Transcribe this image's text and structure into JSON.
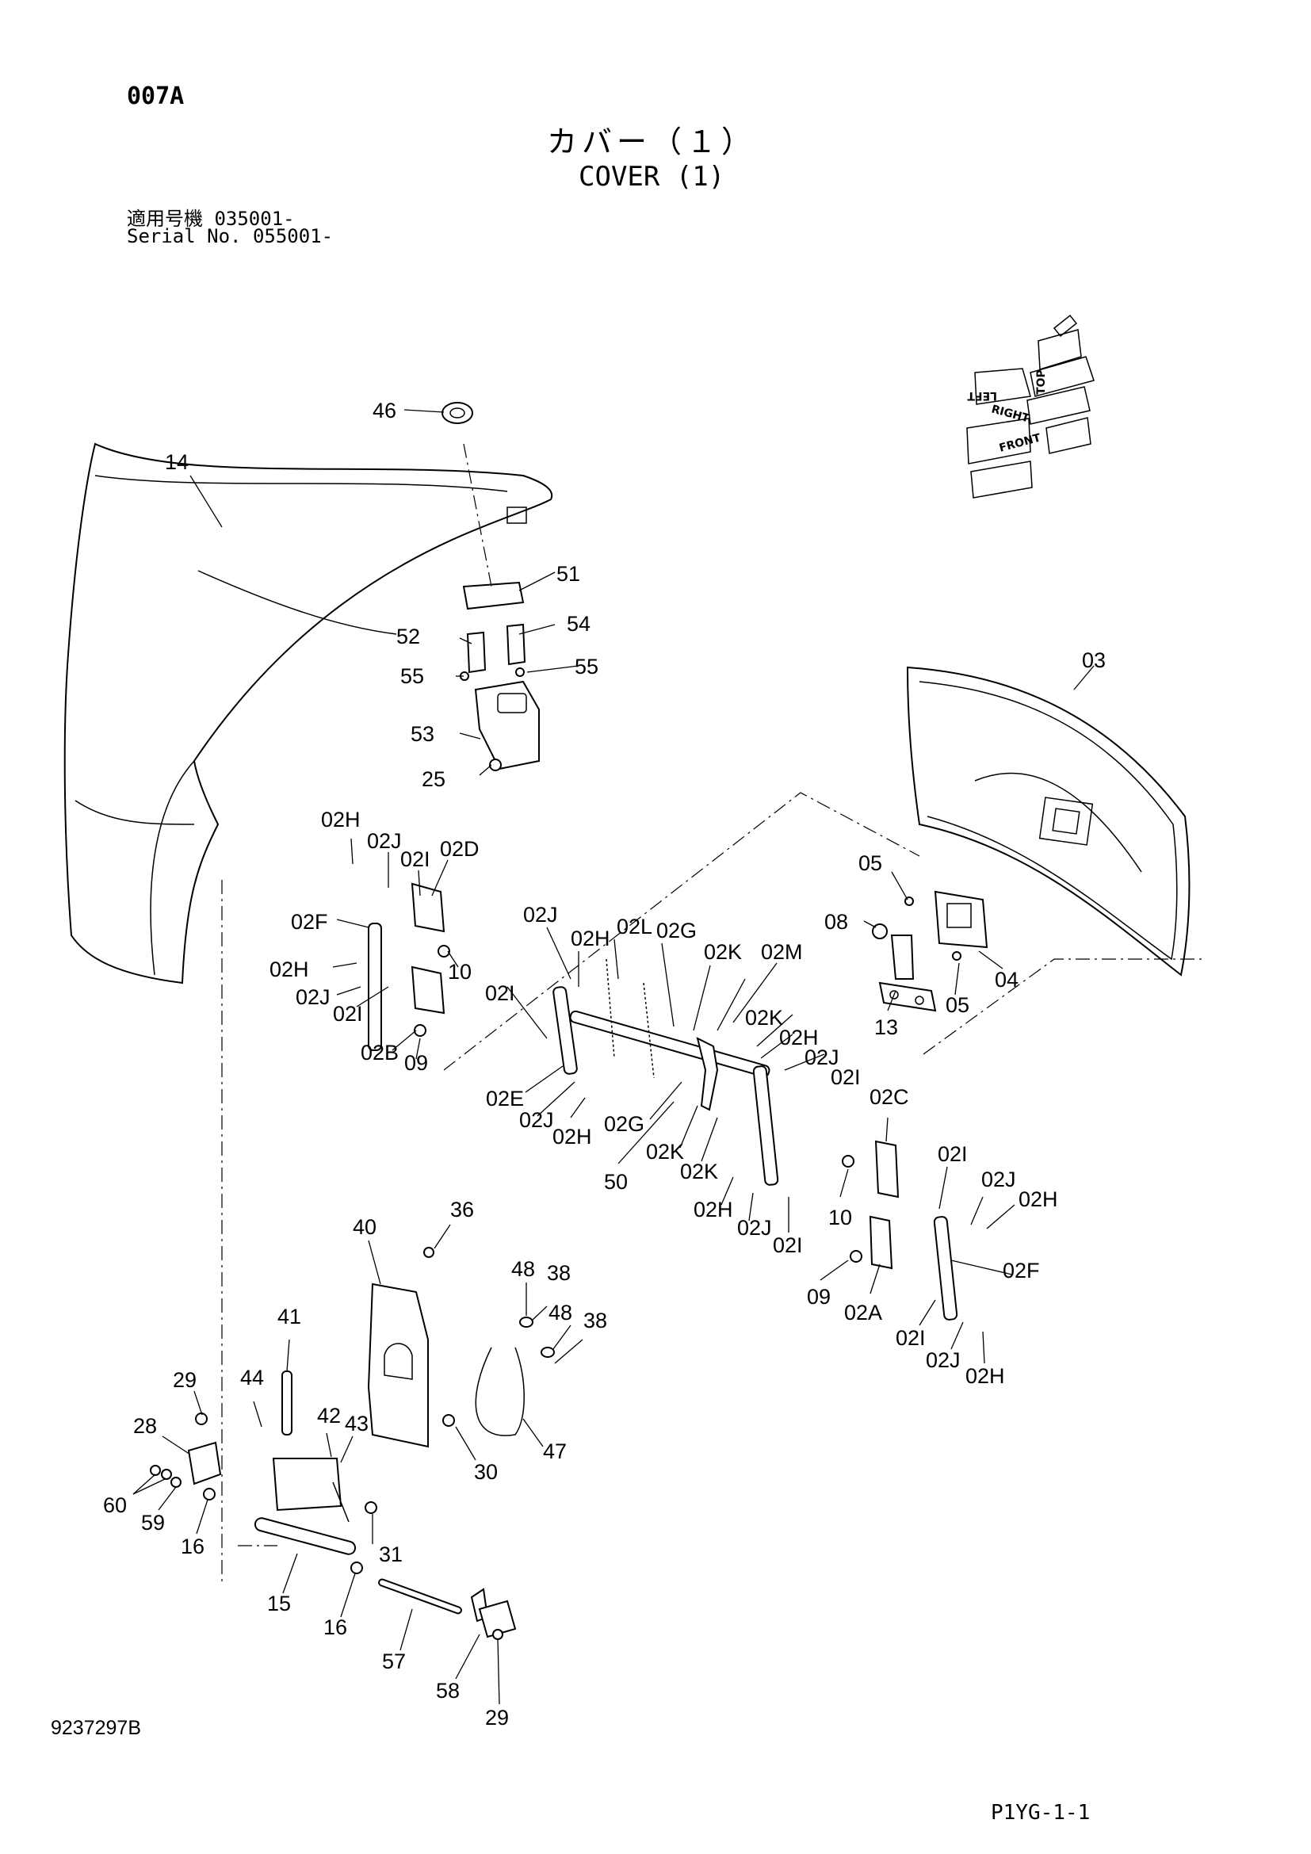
{
  "header": {
    "page_code": "007A",
    "title_jp": "カバー（１）",
    "title_en": "COVER (1)",
    "serial_1": "適用号機  035001-",
    "serial_2": "Serial No. 055001-"
  },
  "footer": {
    "doc_code": "9237297B",
    "sheet_code": "P1YG-1-1"
  },
  "orientation": {
    "top": "TOP",
    "left": "LEFT",
    "right": "RIGHT",
    "front": "FRONT"
  },
  "callouts": [
    "46",
    "14",
    "51",
    "54",
    "52",
    "55",
    "55",
    "53",
    "25",
    "03",
    "02H",
    "02J",
    "02I",
    "02D",
    "02F",
    "10",
    "02H",
    "02J",
    "02I",
    "02B",
    "09",
    "02J",
    "02H",
    "02L",
    "02G",
    "02K",
    "02M",
    "02I",
    "02K",
    "02H",
    "02J",
    "02I",
    "02E",
    "02J",
    "02H",
    "02G",
    "50",
    "02K",
    "02K",
    "02C",
    "10",
    "02I",
    "02J",
    "02H",
    "02H",
    "02J",
    "02I",
    "02F",
    "09",
    "02A",
    "02I",
    "02J",
    "02H",
    "05",
    "08",
    "04",
    "05",
    "13",
    "40",
    "36",
    "48",
    "38",
    "48",
    "38",
    "41",
    "44",
    "42",
    "43",
    "47",
    "30",
    "31",
    "29",
    "28",
    "60",
    "59",
    "16",
    "15",
    "16",
    "57",
    "58",
    "29"
  ]
}
